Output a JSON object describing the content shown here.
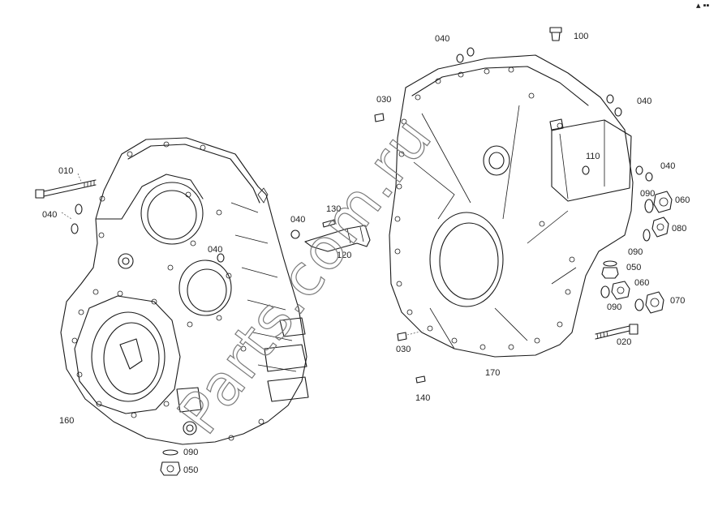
{
  "corner_mark": "▴ ▪▪",
  "watermark": "Parts.com.ru",
  "part_labels": [
    {
      "id": "010",
      "text": "010"
    },
    {
      "id": "040a",
      "text": "040"
    },
    {
      "id": "040b",
      "text": "040"
    },
    {
      "id": "040c",
      "text": "040"
    },
    {
      "id": "160",
      "text": "160"
    },
    {
      "id": "090a",
      "text": "090"
    },
    {
      "id": "050a",
      "text": "050"
    },
    {
      "id": "130",
      "text": "130"
    },
    {
      "id": "120",
      "text": "120"
    },
    {
      "id": "040d",
      "text": "040"
    },
    {
      "id": "100",
      "text": "100"
    },
    {
      "id": "030a",
      "text": "030"
    },
    {
      "id": "040e",
      "text": "040"
    },
    {
      "id": "110",
      "text": "110"
    },
    {
      "id": "040f",
      "text": "040"
    },
    {
      "id": "090b",
      "text": "090"
    },
    {
      "id": "060a",
      "text": "060"
    },
    {
      "id": "080",
      "text": "080"
    },
    {
      "id": "090c",
      "text": "090"
    },
    {
      "id": "050b",
      "text": "050"
    },
    {
      "id": "060b",
      "text": "060"
    },
    {
      "id": "090d",
      "text": "090"
    },
    {
      "id": "070",
      "text": "070"
    },
    {
      "id": "020",
      "text": "020"
    },
    {
      "id": "030b",
      "text": "030"
    },
    {
      "id": "170",
      "text": "170"
    },
    {
      "id": "140",
      "text": "140"
    }
  ]
}
